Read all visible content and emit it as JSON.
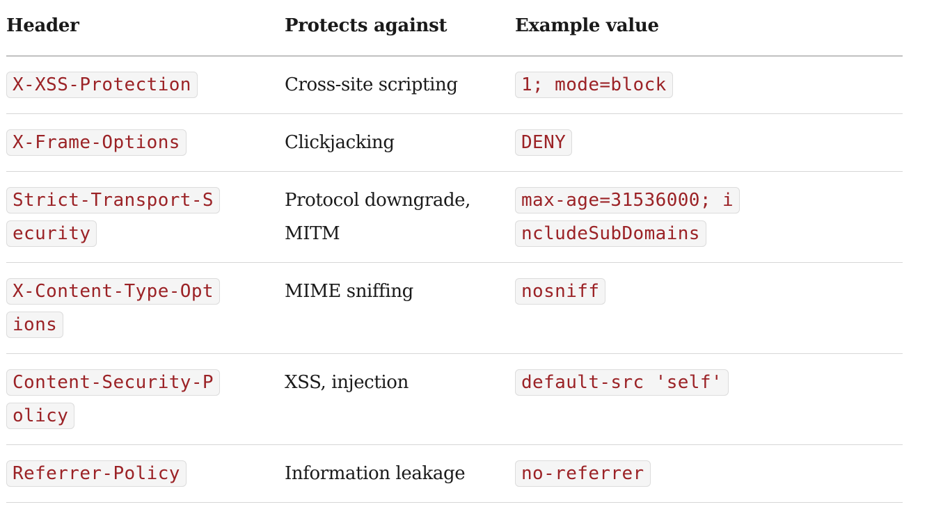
{
  "columns": {
    "header": "Header",
    "protects": "Protects against",
    "example": "Example value"
  },
  "rows": [
    {
      "header": "X-XSS-Protection",
      "protects": "Cross-site scripting",
      "example": "1; mode=block"
    },
    {
      "header": "X-Frame-Options",
      "protects": "Clickjacking",
      "example": "DENY"
    },
    {
      "header": "Strict-Transport-Security",
      "protects": "Protocol downgrade, MITM",
      "example": "max-age=31536000; includeSubDomains"
    },
    {
      "header": "X-Content-Type-Options",
      "protects": "MIME sniffing",
      "example": "nosniff"
    },
    {
      "header": "Content-Security-Policy",
      "protects": "XSS, injection",
      "example": "default-src 'self'"
    },
    {
      "header": "Referrer-Policy",
      "protects": "Information leakage",
      "example": "no-referrer"
    }
  ]
}
